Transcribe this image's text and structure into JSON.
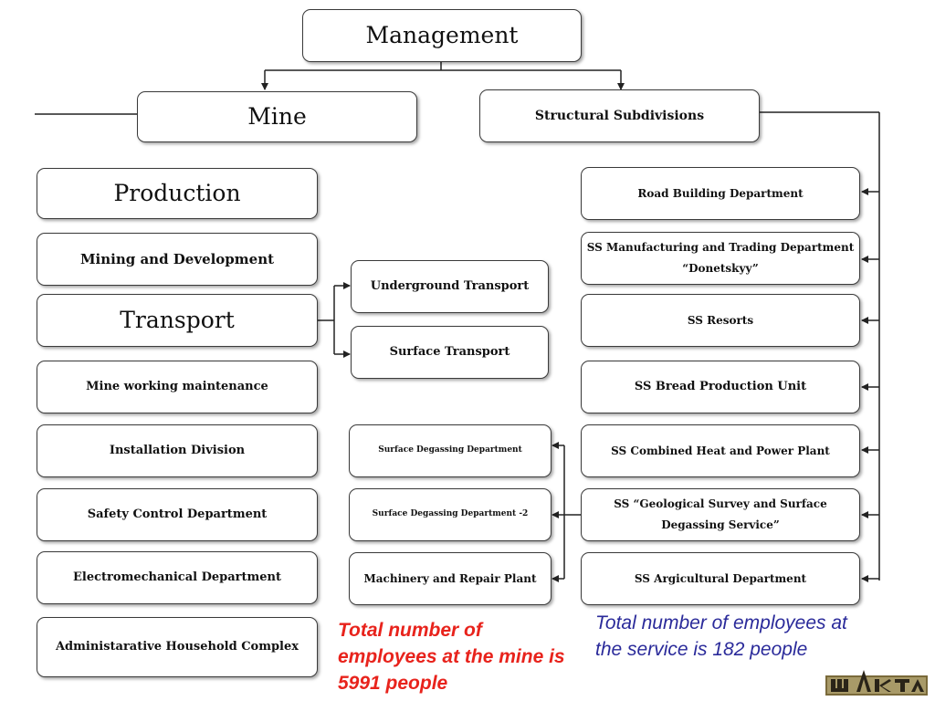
{
  "diagram": {
    "top": {
      "management": "Management"
    },
    "branches": {
      "mine": "Mine",
      "structural": "Structural Subdivisions"
    },
    "mine_units": [
      "Production",
      "Mining and Development",
      "Transport",
      "Mine working maintenance",
      "Installation Division",
      "Safety Control Department",
      "Electromechanical Department",
      "Administarative Household Complex"
    ],
    "transport_units": [
      "Underground Transport",
      "Surface Transport"
    ],
    "degassing_units": [
      "Surface Degassing Department",
      "Surface Degassing Department -2",
      "Machinery and Repair Plant"
    ],
    "structural_units": [
      "Road Building Department",
      "SS Manufacturing and Trading Department “Donetskyy”",
      "SS Resorts",
      "SS Bread Production Unit",
      "SS Combined Heat and Power Plant",
      "SS “Geological Survey and Surface Degassing Service”",
      "SS Argicultural Department"
    ]
  },
  "notes": {
    "mine_total": "Total number of employees at the mine is 5991 people",
    "service_total": "Total number of employees at the service is 182 people"
  },
  "logo": {
    "name": "company-logo-icon"
  },
  "colors": {
    "line": "#222222",
    "border": "#3a3a3a",
    "note_red": "#e8231c",
    "note_blue": "#2a2a9a"
  }
}
